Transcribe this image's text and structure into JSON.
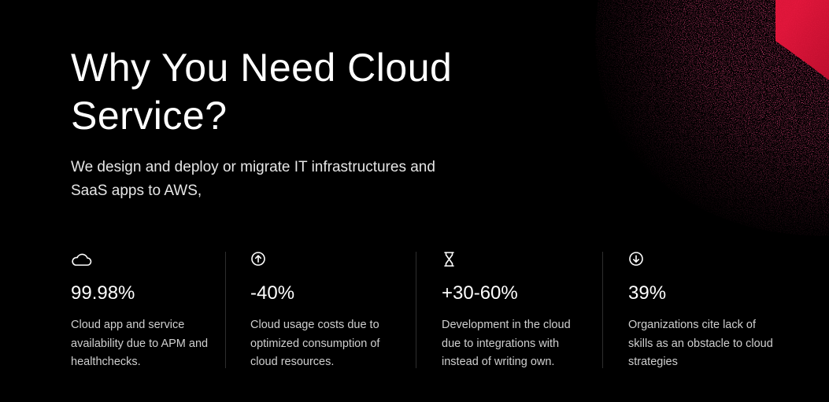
{
  "hero": {
    "title": "Why You Need Cloud Service?",
    "subtitle": "We design and deploy or migrate IT infrastructures and SaaS apps to AWS,"
  },
  "stats": [
    {
      "icon": "cloud-icon",
      "value": "99.98%",
      "description": "Cloud app and service availability due to APM and healthchecks."
    },
    {
      "icon": "arrow-up-circle-icon",
      "value": "-40%",
      "description": "Cloud usage costs due to optimized consumption of cloud resources."
    },
    {
      "icon": "hourglass-icon",
      "value": "+30-60%",
      "description": "Development in the cloud due to integrations with instead of writing own."
    },
    {
      "icon": "arrow-down-circle-icon",
      "value": "39%",
      "description": "Organizations cite lack of skills as an obstacle to cloud strategies"
    }
  ],
  "colors": {
    "background": "#000000",
    "accent": "#e8163c",
    "text": "#ffffff",
    "muted_text": "#cfcfcf"
  }
}
